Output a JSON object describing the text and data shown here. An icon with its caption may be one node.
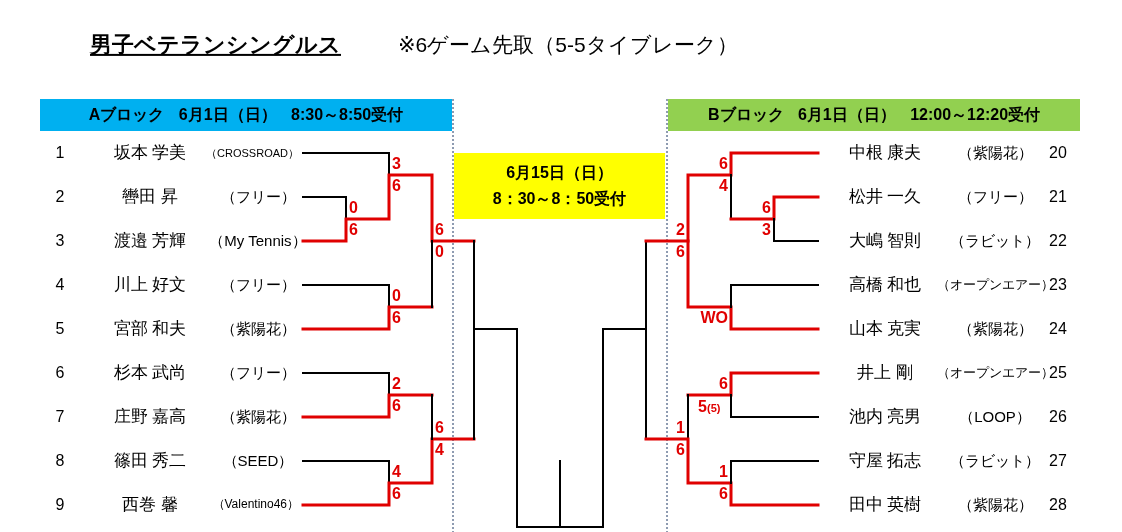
{
  "diagram": {
    "title": "男子ベテランシングルス",
    "nodes": [
      {
        "text": [
          "Aブロック 6月1日（日） 8:30～8:50受付"
        ]
      },
      {
        "text": [
          "6月15日（日）",
          "8：30～8：50受付"
        ]
      },
      {
        "text": [
          "Bブロック 6月1日（日） 12:00～12:20受付"
        ]
      }
    ],
    "labels": [
      "※6ゲーム先取（5-5タイブレーク）",
      "1",
      "坂本 学美",
      "（CROSSROAD）",
      "2",
      "轡田 昇",
      "（フリー）",
      "3",
      "渡邉 芳輝",
      "（My Tennis）",
      "4",
      "川上 好文",
      "（フリー）",
      "5",
      "宮部 和夫",
      "（紫陽花）",
      "6",
      "杉本 武尚",
      "（フリー）",
      "7",
      "庄野 嘉高",
      "（紫陽花）",
      "8",
      "篠田 秀二",
      "（SEED）",
      "9",
      "西巻 馨",
      "（Valentino46）",
      "3",
      "6",
      "0",
      "6",
      "6",
      "0",
      "0",
      "6",
      "2",
      "6",
      "6",
      "4",
      "4",
      "6",
      "中根 康夫",
      "（紫陽花）",
      "20",
      "松井 一久",
      "（フリー）",
      "21",
      "大嶋 智則",
      "（ラビット）",
      "22",
      "高橋 和也",
      "（オープンエアー）",
      "23",
      "山本 克実",
      "（紫陽花）",
      "24",
      "井上 剛",
      "（オープンエアー）",
      "25",
      "池内 亮男",
      "（LOOP）",
      "26",
      "守屋 拓志",
      "（ラビット）",
      "27",
      "田中 英樹",
      "（紫陽花）",
      "28",
      "6",
      "4",
      "6",
      "2",
      "3",
      "6",
      "WO",
      "6",
      "5",
      "(5)",
      "1",
      "6",
      "1",
      "6"
    ]
  }
}
